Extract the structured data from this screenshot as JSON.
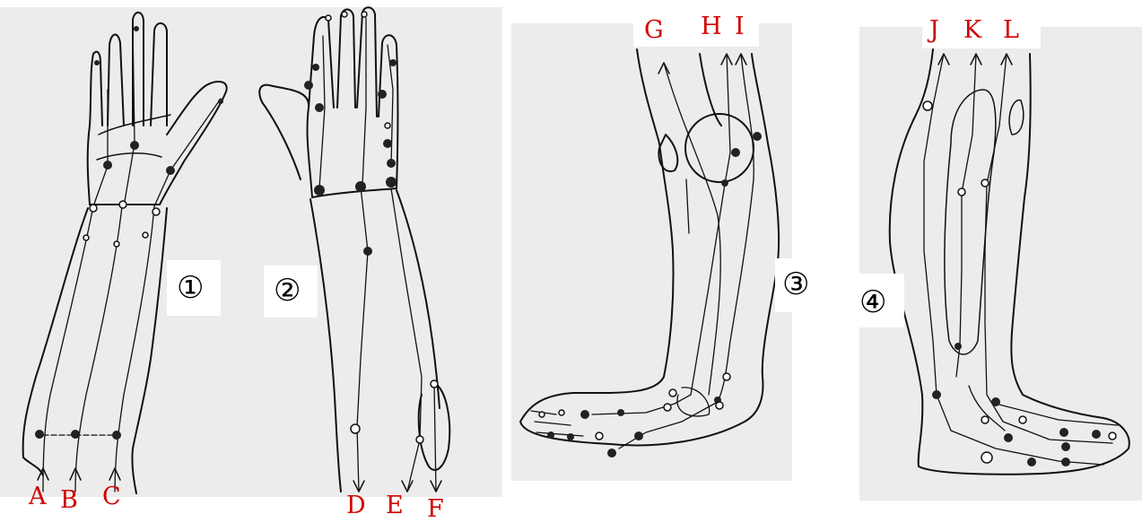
{
  "figures": [
    {
      "number": "①",
      "labels": [
        "A",
        "B",
        "C"
      ]
    },
    {
      "number": "②",
      "labels": [
        "D",
        "E",
        "F"
      ]
    },
    {
      "number": "③",
      "labels": [
        "G",
        "H",
        "I"
      ]
    },
    {
      "number": "④",
      "labels": [
        "J",
        "K",
        "L"
      ]
    }
  ],
  "colors": {
    "label": "#d10000",
    "background": "#ececec",
    "line": "#111111"
  }
}
